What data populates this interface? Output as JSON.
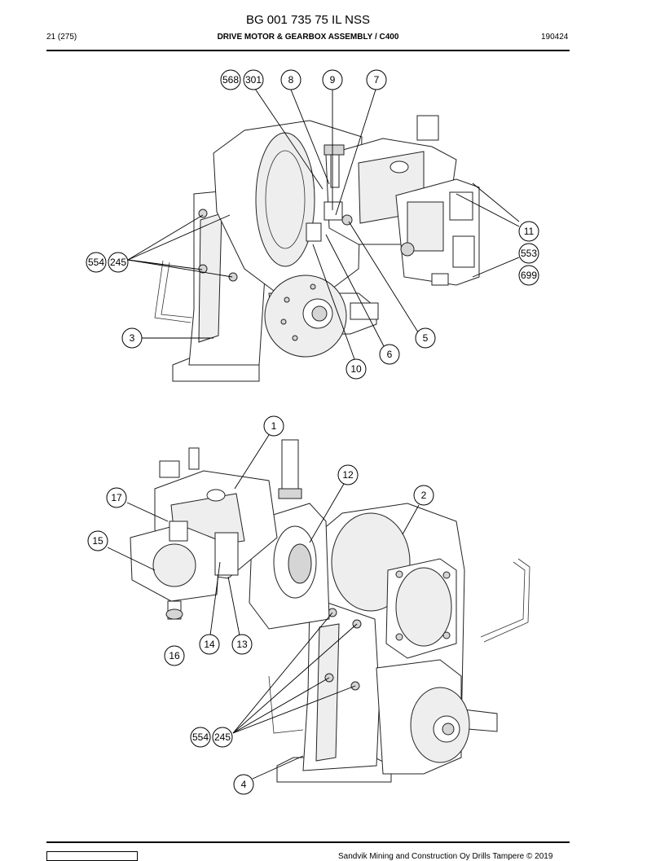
{
  "header": {
    "doc_title": "BG 001 735 75 IL NSS",
    "page": "21 (275)",
    "section": "DRIVE MOTOR & GEARBOX ASSEMBLY / C400",
    "date": "190424"
  },
  "figure_top": {
    "callouts": [
      "568",
      "301",
      "8",
      "9",
      "7",
      "11",
      "553",
      "699",
      "554",
      "245",
      "3",
      "10",
      "6",
      "5"
    ]
  },
  "figure_bottom": {
    "callouts": [
      "1",
      "12",
      "2",
      "17",
      "15",
      "14",
      "13",
      "16",
      "554",
      "245",
      "4"
    ]
  },
  "footer": {
    "copyright": "Sandvik Mining and Construction Oy Drills Tampere © 2019"
  }
}
